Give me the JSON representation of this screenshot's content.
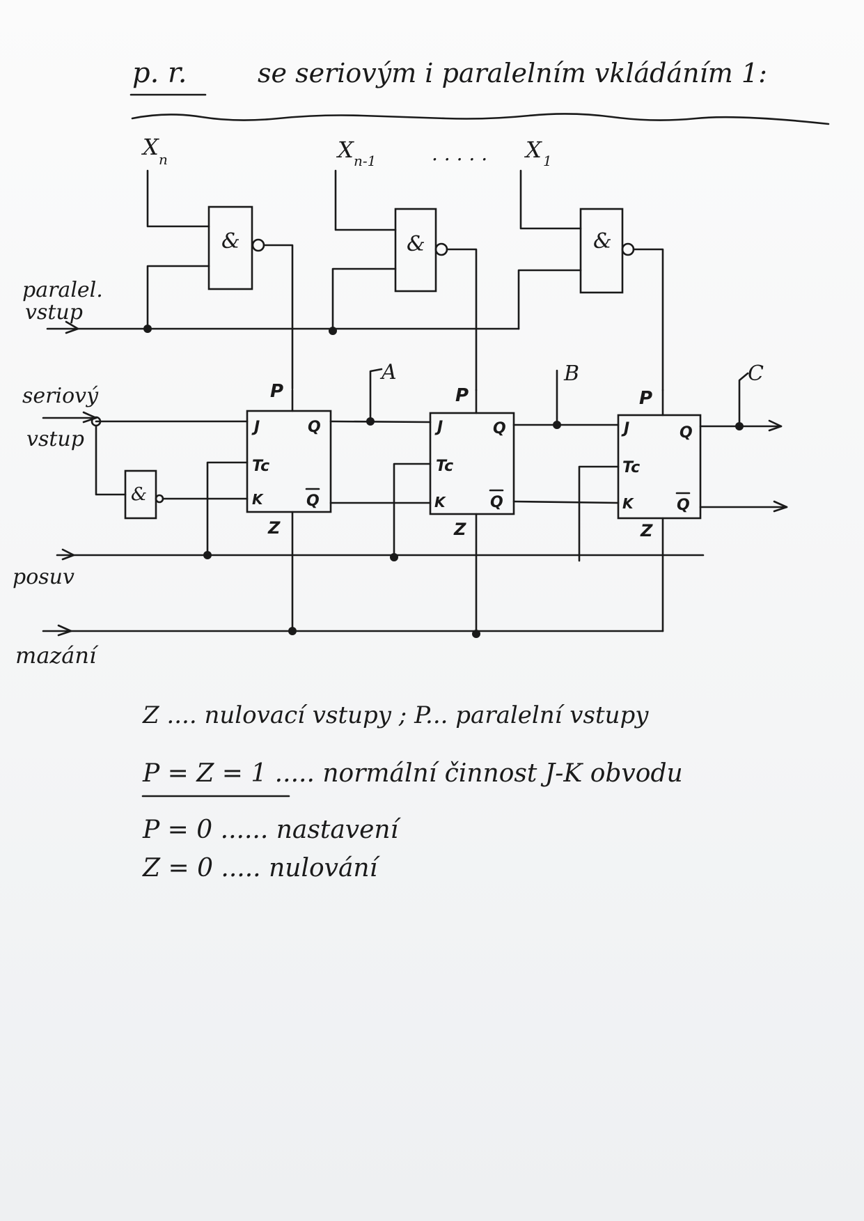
{
  "title": {
    "abbr": "p. r.",
    "text": "se seriovým i paralelním vkládáním 1:"
  },
  "inputs": {
    "xn": "X",
    "xn_sub": "n",
    "xn1": "X",
    "xn1_sub": "n-1",
    "dots": ". . . . .",
    "x1": "X",
    "x1_sub": "1",
    "paralel_line1": "paralel.",
    "paralel_line2": "vstup",
    "serial_line1": "seriový",
    "serial_line2": "vstup",
    "posuv": "posuv",
    "mazani": "mazání"
  },
  "gates": {
    "and_symbol": "&"
  },
  "flipflops": {
    "pin_p": "P",
    "pin_z": "Z",
    "pin_tc": "Tc",
    "pin_q": "Q",
    "pin_qbar": "Q",
    "ff1_j": "J",
    "ff1_k": "K",
    "ff2_j": "J",
    "ff2_k": "K",
    "ff3_j": "J",
    "ff3_k": "K"
  },
  "outputs": {
    "a": "A",
    "b": "B",
    "c": "C"
  },
  "legend": {
    "line1": "Z .... nulovací vstupy ; P... paralelní vstupy",
    "line2": "P = Z = 1 ..... normální činnost J-K obvodu",
    "line3": "P = 0 ...... nastavení",
    "line4": "Z = 0 ..... nulování"
  }
}
